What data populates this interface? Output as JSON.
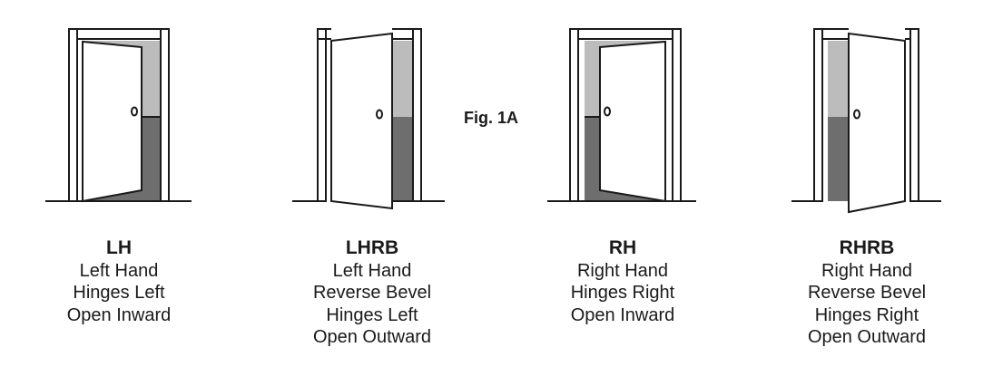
{
  "figure_label": "Fig. 1A",
  "colors": {
    "stroke": "#1a1a1a",
    "light_gray": "#bcbcbc",
    "dark_gray": "#6e6e6e"
  },
  "doors": [
    {
      "code": "LH",
      "lines": [
        "Left Hand",
        "Hinges Left",
        "Open Inward"
      ]
    },
    {
      "code": "LHRB",
      "lines": [
        "Left Hand",
        "Reverse Bevel",
        "Hinges Left",
        "Open Outward"
      ]
    },
    {
      "code": "RH",
      "lines": [
        "Right Hand",
        "Hinges Right",
        "Open Inward"
      ]
    },
    {
      "code": "RHRB",
      "lines": [
        "Right Hand",
        "Reverse Bevel",
        "Hinges Right",
        "Open Outward"
      ]
    }
  ]
}
